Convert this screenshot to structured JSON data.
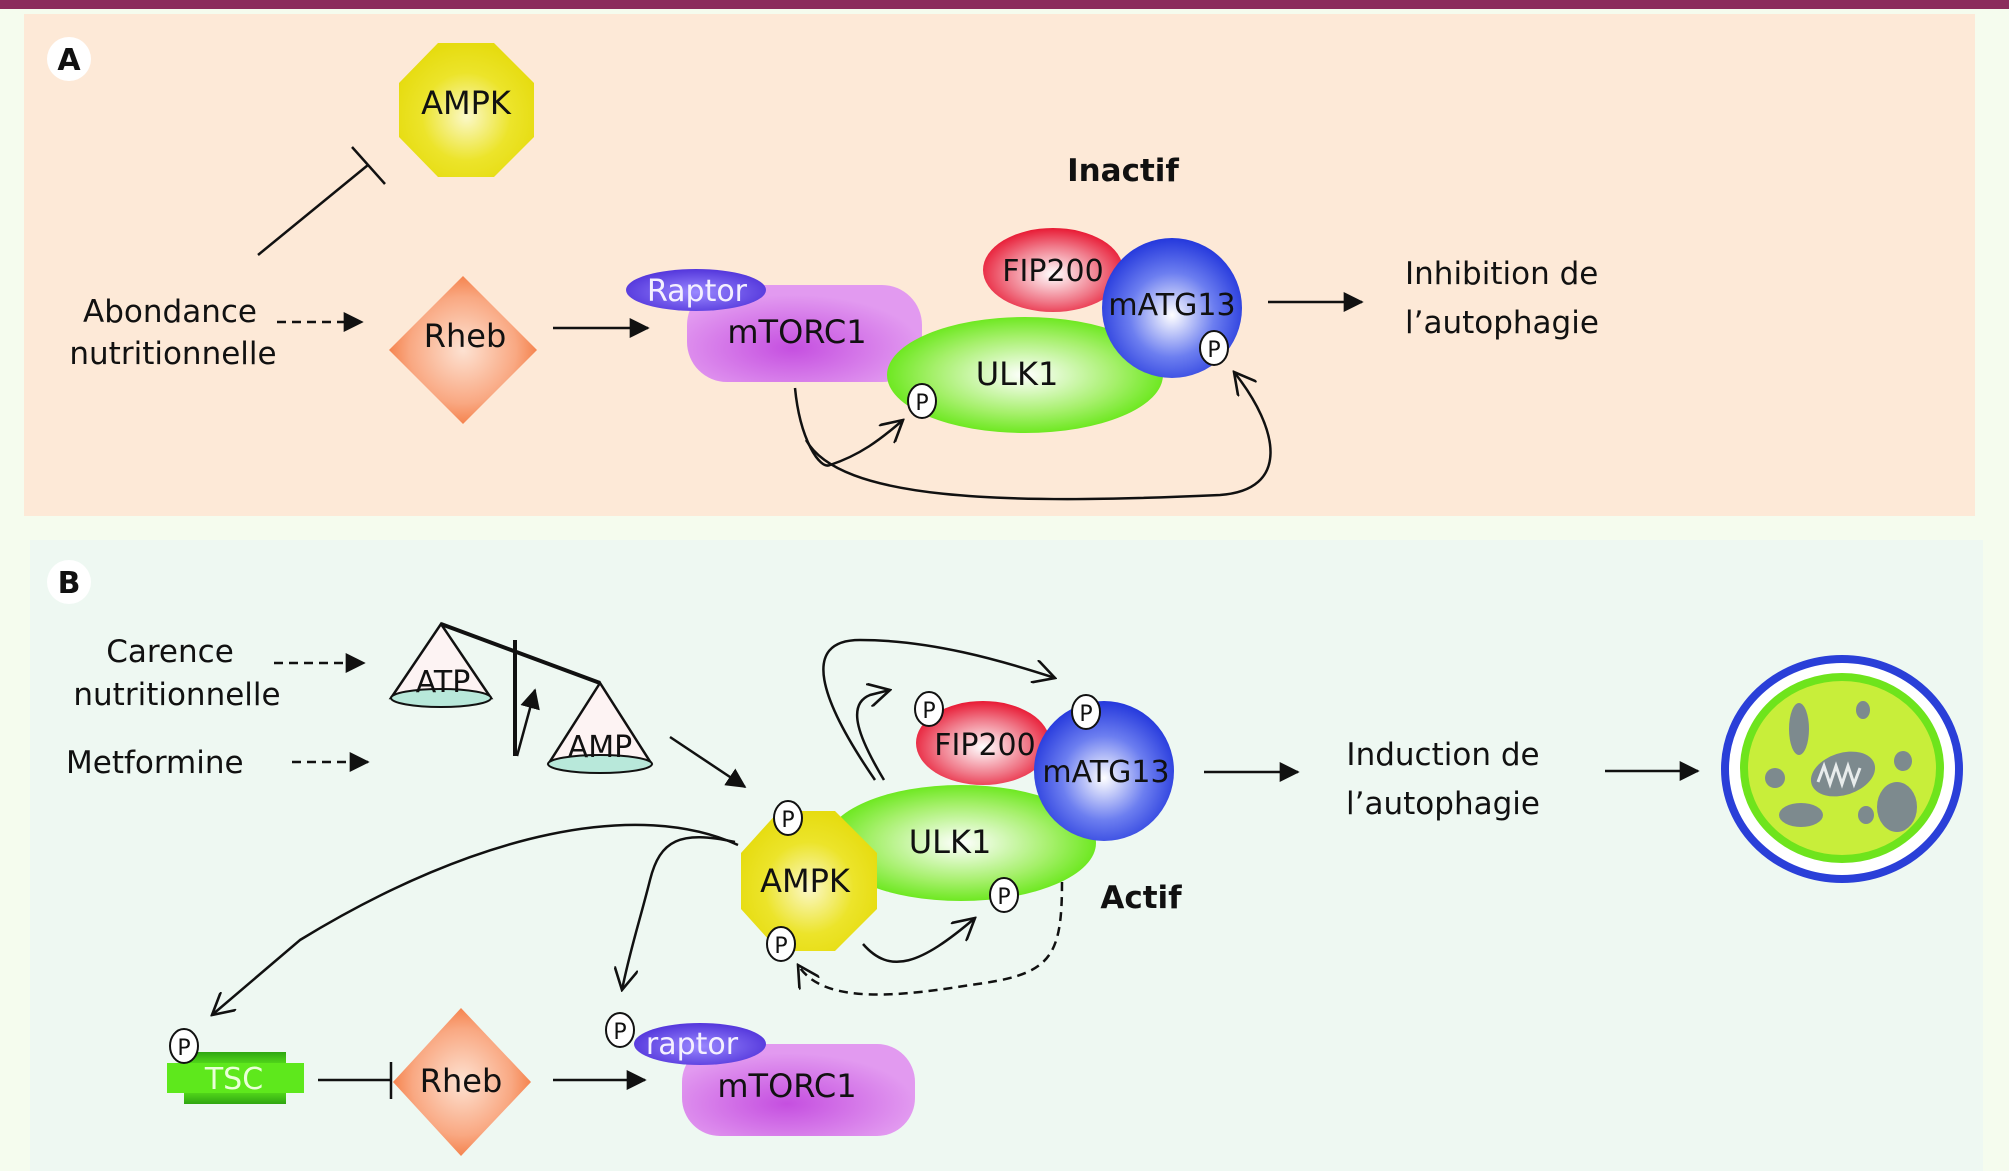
{
  "colors": {
    "top_bar": "#8b2c5c",
    "page_bg": "#f5fcee",
    "panel_a_bg": "#fde9d7",
    "panel_b_bg": "#eef8f2",
    "ampk": "#e8e022",
    "rheb": "#f47a3e",
    "raptor": "#5a3fe0",
    "mtorc1": "#d98be8",
    "ulk1": "#6ae81a",
    "fip200": "#e8243c",
    "matg13": "#2e46e0",
    "tsc": "#44cc18",
    "autophagosome_outer": "#2a3fd8",
    "autophagosome_inner": "#c8ee3a",
    "autophagosome_ring": "#6ee41c",
    "organelle": "#7d8a8e"
  },
  "panel_a": {
    "label": "A",
    "ampk": "AMPK",
    "input": [
      "Abondance",
      "nutritionnelle"
    ],
    "rheb": "Rheb",
    "raptor": "Raptor",
    "mtorc1": "mTORC1",
    "ulk1": "ULK1",
    "fip200": "FIP200",
    "matg13": "mATG13",
    "phospho": "P",
    "state": "Inactif",
    "outcome": [
      "Inhibition de",
      "l’autophagie"
    ]
  },
  "panel_b": {
    "label": "B",
    "input1": [
      "Carence",
      "nutritionnelle"
    ],
    "input2": "Metformine",
    "atp": "ATP",
    "amp": "AMP",
    "ampk": "AMPK",
    "ulk1": "ULK1",
    "fip200": "FIP200",
    "matg13": "mATG13",
    "phospho": "P",
    "state": "Actif",
    "outcome": [
      "Induction de",
      "l’autophagie"
    ],
    "tsc": "TSC",
    "rheb": "Rheb",
    "raptor": "raptor",
    "mtorc1": "mTORC1"
  }
}
